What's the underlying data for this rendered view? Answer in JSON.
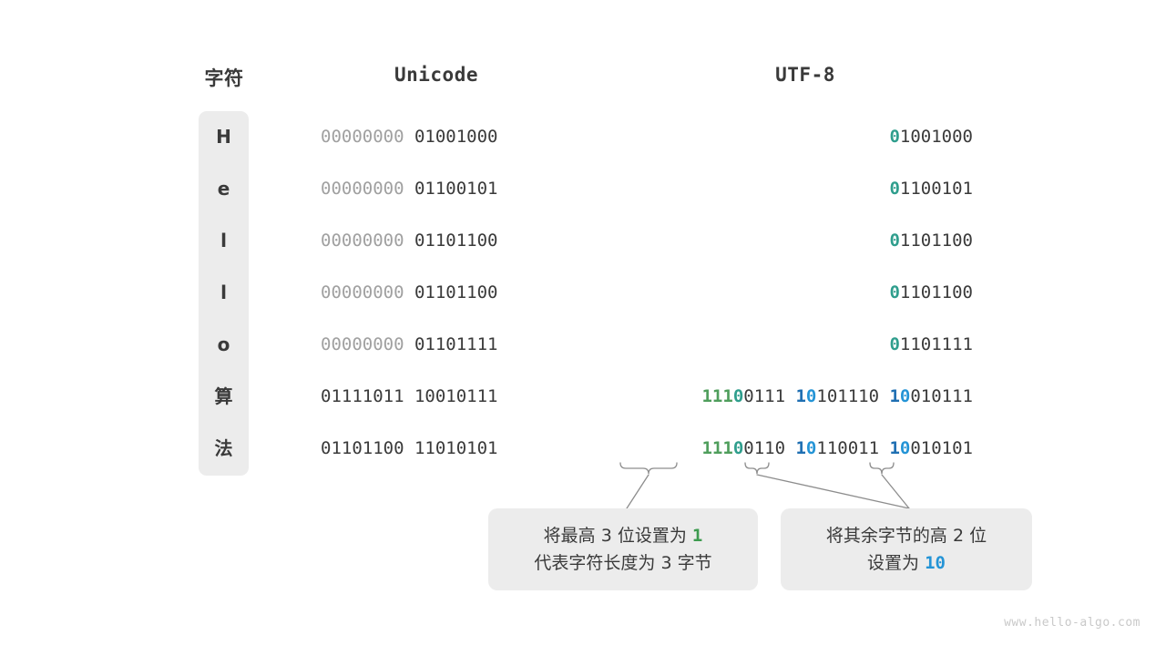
{
  "headers": {
    "char": "字符",
    "unicode": "Unicode",
    "utf8": "UTF-8"
  },
  "colors": {
    "teal": "#2f9e8d",
    "green": "#4f9e5c",
    "blue": "#2494d6",
    "text": "#3a3a3a",
    "dim": "#a0a0a0",
    "box": "#ececec"
  },
  "rows": [
    {
      "char": "H",
      "unicode_dim": "00000000 ",
      "unicode_main": "01001000",
      "utf8_parts": [
        {
          "text": "0",
          "style": "teal"
        },
        {
          "text": "1001000",
          "style": "plain"
        }
      ]
    },
    {
      "char": "e",
      "unicode_dim": "00000000 ",
      "unicode_main": "01100101",
      "utf8_parts": [
        {
          "text": "0",
          "style": "teal"
        },
        {
          "text": "1100101",
          "style": "plain"
        }
      ]
    },
    {
      "char": "l",
      "unicode_dim": "00000000 ",
      "unicode_main": "01101100",
      "utf8_parts": [
        {
          "text": "0",
          "style": "teal"
        },
        {
          "text": "1101100",
          "style": "plain"
        }
      ]
    },
    {
      "char": "l",
      "unicode_dim": "00000000 ",
      "unicode_main": "01101100",
      "utf8_parts": [
        {
          "text": "0",
          "style": "teal"
        },
        {
          "text": "1101100",
          "style": "plain"
        }
      ]
    },
    {
      "char": "o",
      "unicode_dim": "00000000 ",
      "unicode_main": "01101111",
      "utf8_parts": [
        {
          "text": "0",
          "style": "teal"
        },
        {
          "text": "1101111",
          "style": "plain"
        }
      ]
    },
    {
      "char": "算",
      "unicode_dim": "",
      "unicode_main": "01111011 10010111",
      "utf8_parts": [
        {
          "text": "111",
          "style": "green"
        },
        {
          "text": "0",
          "style": "teal"
        },
        {
          "text": "0111 ",
          "style": "plain"
        },
        {
          "text": "1",
          "style": "blue1"
        },
        {
          "text": "0",
          "style": "blue"
        },
        {
          "text": "101110 ",
          "style": "plain"
        },
        {
          "text": "1",
          "style": "blue1"
        },
        {
          "text": "0",
          "style": "blue"
        },
        {
          "text": "010111",
          "style": "plain"
        }
      ]
    },
    {
      "char": "法",
      "unicode_dim": "",
      "unicode_main": "01101100 11010101",
      "utf8_parts": [
        {
          "text": "111",
          "style": "green"
        },
        {
          "text": "0",
          "style": "teal"
        },
        {
          "text": "0110 ",
          "style": "plain"
        },
        {
          "text": "1",
          "style": "blue1"
        },
        {
          "text": "0",
          "style": "blue"
        },
        {
          "text": "110011 ",
          "style": "plain"
        },
        {
          "text": "1",
          "style": "blue1"
        },
        {
          "text": "0",
          "style": "blue"
        },
        {
          "text": "010101",
          "style": "plain"
        }
      ]
    }
  ],
  "callouts": [
    {
      "id": "callout-1",
      "lines": [
        [
          {
            "text": "将最高 3 位设置为 ",
            "style": "plain"
          },
          {
            "text": "1",
            "style": "green"
          }
        ],
        [
          {
            "text": "代表字符长度为 3 字节",
            "style": "plain"
          }
        ]
      ]
    },
    {
      "id": "callout-2",
      "lines": [
        [
          {
            "text": "将其余字节的高 2 位",
            "style": "plain"
          }
        ],
        [
          {
            "text": "设置为 ",
            "style": "plain"
          },
          {
            "text": "10",
            "style": "blue"
          }
        ]
      ]
    }
  ],
  "watermark": "www.hello-algo.com"
}
